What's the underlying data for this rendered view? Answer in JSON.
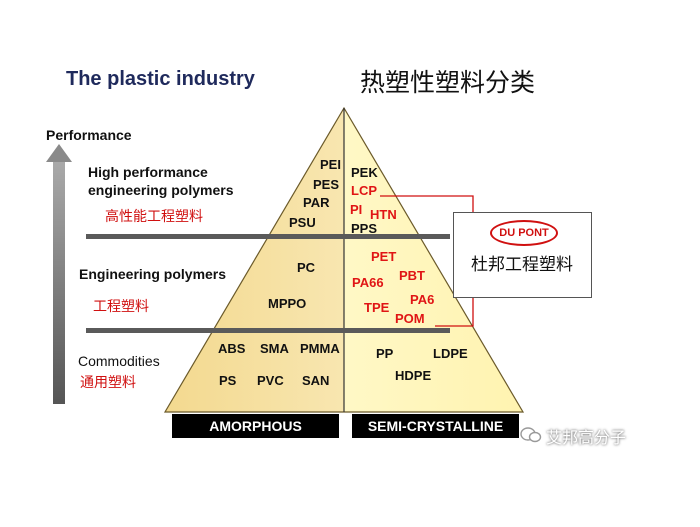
{
  "title_en": "The plastic industry",
  "title_cn": "热塑性塑料分类",
  "axis_label": "Performance",
  "tiers": {
    "high": {
      "label_line1": "High performance",
      "label_line2": "engineering polymers",
      "label_cn": "高性能工程塑料"
    },
    "engineering": {
      "label": "Engineering polymers",
      "label_cn": "工程塑料"
    },
    "commodities": {
      "label": "Commodities",
      "label_cn": "通用塑料"
    }
  },
  "amorphous": {
    "high": [
      "PEI",
      "PES",
      "PAR",
      "PSU"
    ],
    "engineering": [
      "PC",
      "MPPO"
    ],
    "commodities": [
      "ABS",
      "SMA",
      "PMMA",
      "PS",
      "PVC",
      "SAN"
    ]
  },
  "semi_crystalline": {
    "high": [
      "PEK",
      "LCP",
      "PI",
      "HTN",
      "PPS"
    ],
    "engineering": [
      "PET",
      "PBT",
      "PA66",
      "PA6",
      "TPE",
      "POM"
    ],
    "commodities": [
      "PP",
      "LDPE",
      "HDPE"
    ]
  },
  "bottom_labels": {
    "left": "AMORPHOUS",
    "right": "SEMI-CRYSTALLINE"
  },
  "dupont": {
    "logo": "DU PONT",
    "label_cn": "杜邦工程塑料"
  },
  "watermark": "艾邦高分子",
  "colors": {
    "amorphous_fill": "#f5dfa0",
    "semi_fill": "#fff7be",
    "red": "#e01515",
    "divider": "#333333",
    "title_blue": "#1f2a5c"
  }
}
